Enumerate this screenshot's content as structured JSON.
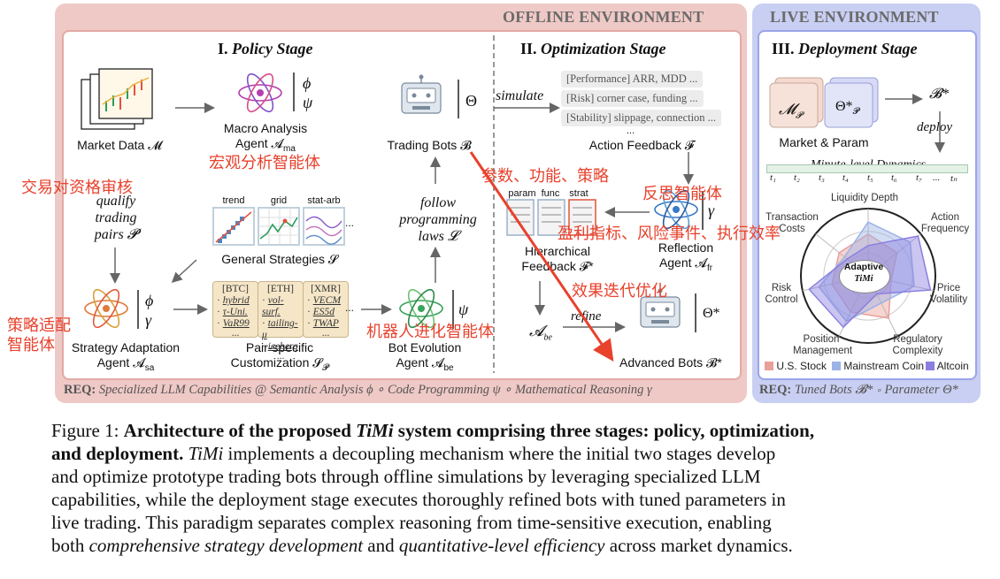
{
  "offline_env": "OFFLINE ENVIRONMENT",
  "live_env": "LIVE ENVIRONMENT",
  "stage1": {
    "num": "I.",
    "name": "Policy Stage"
  },
  "stage2": {
    "num": "II.",
    "name": "Optimization Stage"
  },
  "stage3": {
    "num": "III.",
    "name": "Deployment Stage"
  },
  "market_data": "Market Data 𝓜",
  "macro": {
    "line1": "Macro Analysis",
    "line2": "Agent 𝓐",
    "sub": "ma",
    "phi": "ϕ",
    "psi": "ψ"
  },
  "qualify": {
    "l1": "qualify",
    "l2": "trading",
    "l3": "pairs 𝓟"
  },
  "general_strategies": {
    "label": "General Strategies 𝓢",
    "tabs": [
      "trend",
      "grid",
      "stat-arb"
    ],
    "dots": "..."
  },
  "strategy_agent": {
    "line1": "Strategy Adaptation",
    "line2": "Agent 𝓐",
    "sub": "sa",
    "phi": "ϕ",
    "gamma": "γ"
  },
  "pair_specific": {
    "line1": "Pair-specific",
    "line2": "Customization 𝓢",
    "sub": "𝓟",
    "boxes": [
      {
        "title": "[BTC]",
        "items": [
          "hybrid",
          "τ-Uni.",
          "VaR99"
        ],
        "more": "..."
      },
      {
        "title": "[ETH]",
        "items": [
          "vol-surf.",
          "tailing-μ",
          "iceberg"
        ],
        "more": "..."
      },
      {
        "title": "[XMR]",
        "items": [
          "VECM",
          "ES5d",
          "TWAP"
        ],
        "more": "..."
      }
    ],
    "dots": "..."
  },
  "bot_evolution": {
    "line1": "Bot Evolution",
    "line2": "Agent 𝓐",
    "sub": "be",
    "psi": "ψ"
  },
  "follow": {
    "l1": "follow",
    "l2": "programming",
    "l3": "laws 𝓛"
  },
  "trading_bots": {
    "label": "Trading Bots 𝓑",
    "theta": "Θ"
  },
  "simulate": "simulate",
  "feedback_items": [
    "[Performance] ARR, MDD ...",
    "[Risk] corner case, funding ...",
    "[Stability] slippage, connection ..."
  ],
  "feedback_dots": "...",
  "action_feedback": "Action Feedback 𝓕",
  "hier_tabs": [
    "param",
    "func",
    "strat"
  ],
  "hierarchical": {
    "l1": "Hierarchical",
    "l2": "Feedback 𝓕*"
  },
  "reflection": {
    "line1": "Reflection",
    "line2": "Agent 𝓐",
    "sub": "fr",
    "gamma": "γ"
  },
  "abe": "𝓐",
  "abe_sub": "be",
  "refine": "refine",
  "advanced_bots": {
    "label": "Advanced Bots 𝓑*",
    "theta": "Θ*"
  },
  "req_offline": {
    "prefix": "REQ:",
    "text": "Specialized LLM Capabilities @ Semantic Analysis ϕ ∘ Code Programming ψ ∘ Mathematical Reasoning γ"
  },
  "deploy": {
    "mp": "𝓜",
    "mp_sub": "𝓟",
    "theta_p": "Θ*",
    "theta_p_sub": "𝓟",
    "b_star": "𝓑*",
    "deploy_word": "deploy",
    "market_param": "Market & Param",
    "minute_level": "Minute-level Dynamics",
    "ticks": [
      "t₁",
      "t₂",
      "t₃",
      "t₄",
      "t₅",
      "t₆",
      "t₇",
      "...",
      "tₙ"
    ]
  },
  "radar": {
    "center": [
      "Adaptive",
      "TiMi"
    ],
    "axes": [
      "Liquidity Depth",
      "Action Frequency",
      "Price Volatility",
      "Regulatory Complexity",
      "Position Management",
      "Risk Control",
      "Transaction Costs"
    ],
    "series": [
      {
        "name": "U.S. Stock",
        "color": "#e8a09a",
        "values": [
          0.62,
          0.55,
          0.35,
          0.7,
          0.6,
          0.55,
          0.55
        ]
      },
      {
        "name": "Mainstream Coin",
        "color": "#9bb3e6",
        "values": [
          0.8,
          0.8,
          0.7,
          0.45,
          0.75,
          0.75,
          0.45
        ]
      },
      {
        "name": "Altcoin",
        "color": "#8a7fe0",
        "values": [
          0.45,
          0.95,
          0.95,
          0.3,
          0.85,
          0.9,
          0.4
        ]
      }
    ]
  },
  "req_live": {
    "prefix": "REQ:",
    "text": "Tuned Bots 𝓑* ∘ Parameter Θ*"
  },
  "annotations": {
    "a1": "宏观分析智能体",
    "a2": "交易对资格审核",
    "a3": "参数、功能、策略",
    "a4": "反思智能体",
    "a5": "盈利指标、风险事件、执行效率",
    "a6": "效果迭代优化",
    "a7": "策略适配",
    "a8": "智能体",
    "a9": "机器人进化智能体"
  },
  "caption": {
    "fig": "Figure 1:",
    "bold1": "Architecture of the proposed",
    "bold_it": "TiMi",
    "bold2": "system comprising three stages: policy, optimization,",
    "bold3": "and deployment.",
    "t1_it": "TiMi",
    "t1": "implements a decoupling mechanism where the initial two stages develop",
    "t2": "and optimize prototype trading bots through offline simulations by leveraging specialized LLM",
    "t3": "capabilities, while the deployment stage executes thoroughly refined bots with tuned parameters in",
    "t4": "live trading. This paradigm separates complex reasoning from time-sensitive execution, enabling",
    "t5a": "both",
    "t5_it1": "comprehensive strategy development",
    "t5b": "and",
    "t5_it2": "quantitative-level efficiency",
    "t5c": "across market dynamics."
  }
}
